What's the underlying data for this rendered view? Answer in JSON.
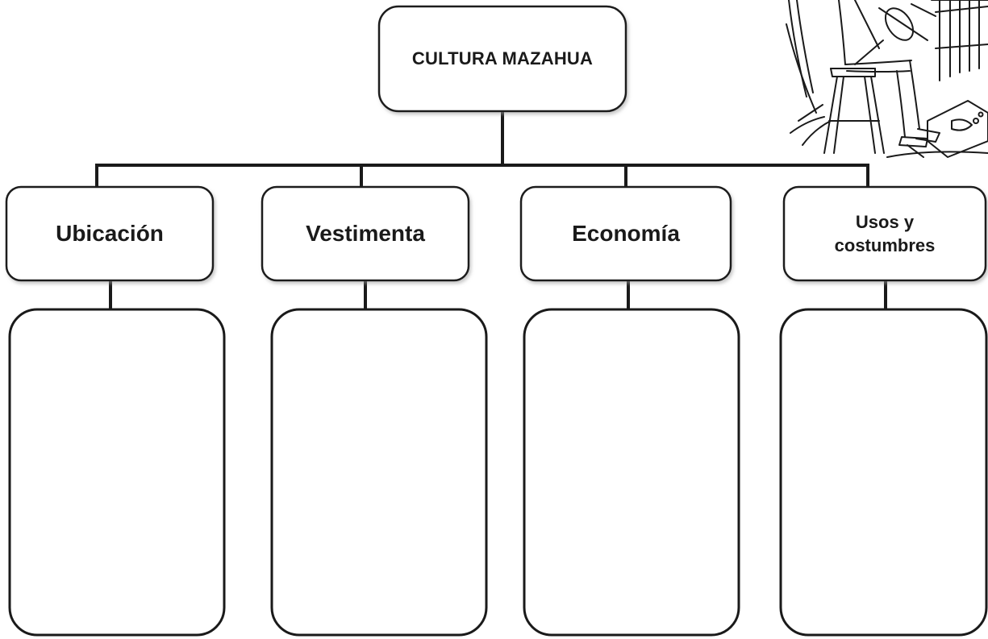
{
  "root": {
    "label": "CULTURA MAZAHUA"
  },
  "categories": [
    {
      "label": "Ubicación"
    },
    {
      "label": "Vestimenta"
    },
    {
      "label": "Economía"
    },
    {
      "label_line1": "Usos y",
      "label_line2": "costumbres"
    }
  ],
  "illustration": {
    "subject": "person-playing-violin-illustration"
  },
  "colors": {
    "stroke": "#1a1a1a",
    "shadow": "#b8b8b8",
    "background": "#ffffff"
  }
}
